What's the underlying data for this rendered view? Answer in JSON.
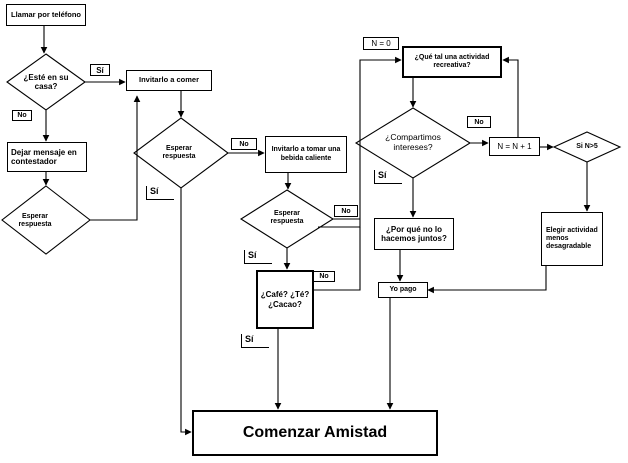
{
  "nodes": {
    "llamar": "Llamar por teléfono",
    "esta_en_casa": "¿Esté en su casa?",
    "dejar_mensaje": "Dejar mensaje en contestador",
    "esperar_respuesta_1": "Esperar respuesta",
    "invitarlo_comer": "Invitarlo a comer",
    "esperar_respuesta_2": "Esperar respuesta",
    "invitarlo_bebida": "Invitarlo a tomar una bebida caliente",
    "esperar_respuesta_3": "Esperar respuesta",
    "cafe_te_cacao": "¿Café? ¿Té? ¿Cacao?",
    "n_igual_0": "N = 0",
    "que_tal_actividad": "¿Qué tal una actividad recreativa?",
    "compartimos_intereses": "¿Compartimos intereses?",
    "n_mas_1": "N = N + 1",
    "si_n_5": "Si N>5",
    "por_que_no": "¿Por qué no lo hacemos juntos?",
    "elegir_actividad": "Elegir actividad menos desagradable",
    "yo_pago": "Yo pago",
    "comenzar_amistad": "Comenzar Amistad"
  },
  "labels": {
    "si_casa": "Sí",
    "no_casa": "No",
    "no_respuesta_2": "No",
    "si_respuesta_2": "Sí",
    "no_respuesta_3": "No",
    "si_respuesta_3": "Sí",
    "no_cafe": "No",
    "si_cafe": "Sí",
    "no_intereses": "No",
    "si_intereses": "Sí"
  }
}
